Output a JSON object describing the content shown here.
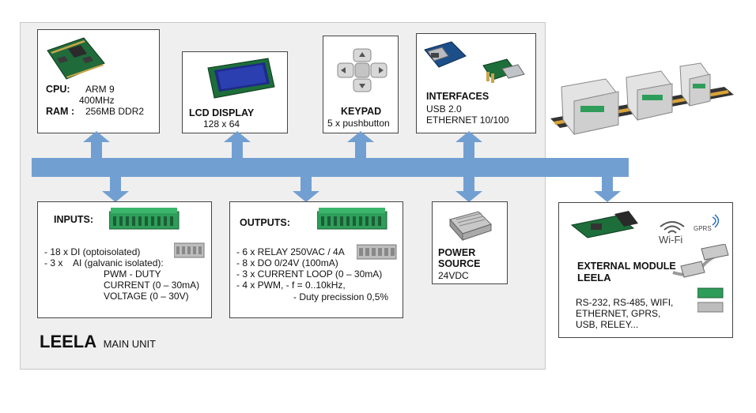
{
  "cpu": {
    "cpu_label": "CPU:",
    "cpu_value": "ARM 9",
    "cpu_speed": "400MHz",
    "ram_label": "RAM :",
    "ram_value": "256MB DDR2"
  },
  "lcd": {
    "title": "LCD DISPLAY",
    "resolution": "128 x 64"
  },
  "keypad": {
    "title": "KEYPAD",
    "detail": "5 x pushbutton"
  },
  "interfaces": {
    "title": "INTERFACES",
    "line1": "USB 2.0",
    "line2": "ETHERNET 10/100"
  },
  "inputs": {
    "title": "INPUTS:",
    "line1": "- 18 x DI (optoisolated)",
    "line2": "- 3 x    AI (galvanic isolated):",
    "line3": "PWM - DUTY",
    "line4": "CURRENT (0 – 30mA)",
    "line5": "VOLTAGE  (0 – 30V)"
  },
  "outputs": {
    "title": "OUTPUTS:",
    "line1": "- 6 x RELAY 250VAC / 4A",
    "line2": "- 8 x DO 0/24V (100mA)",
    "line3": "- 3 x CURRENT LOOP (0 – 30mA)",
    "line4": "- 4 x PWM, - f = 0..10kHz,",
    "line5": "- Duty precission 0,5%"
  },
  "power": {
    "line1": "POWER",
    "line2": "SOURCE",
    "line3": "24VDC"
  },
  "external": {
    "title1": "EXTERNAL MODULE",
    "title2": "LEELA",
    "line1": "RS-232, RS-485, WIFI,",
    "line2": "ETHERNET, GPRS,",
    "line3": "USB, RELEY...",
    "wifi_label": "Wi-Fi",
    "gprs_label": "GPRS"
  },
  "footer": {
    "brand": "LEELA",
    "subtitle": "MAIN UNIT"
  },
  "colors": {
    "bus": "#729fd1",
    "panel": "#efefef",
    "terminal_green": "#2e9d5a"
  }
}
